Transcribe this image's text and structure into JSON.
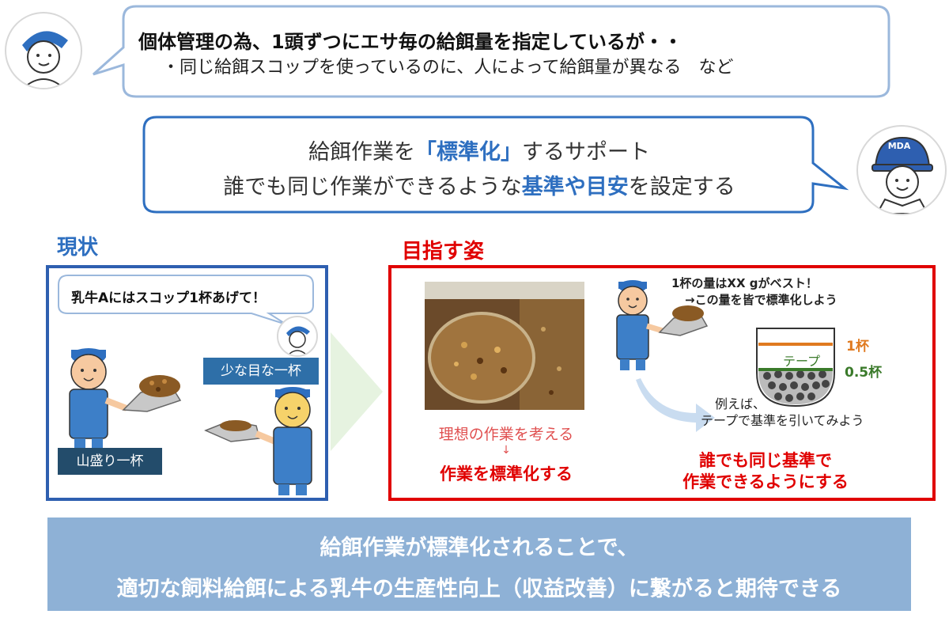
{
  "question": {
    "line1": "個体管理の為、1頭ずつにエサ毎の給餌量を指定しているが・・",
    "line2": "・同じ給餌スコップを使っているのに、人によって給餌量が異なる　など"
  },
  "support": {
    "line1_a": "給餌作業を",
    "line1_b": "「標準化」",
    "line1_c": "するサポート",
    "line2_a": "誰でも同じ作業ができるような",
    "line2_b": "基準や目安",
    "line2_c": "を設定する"
  },
  "mda_badge": "MDA",
  "current": {
    "title": "現状",
    "speech": "乳牛Aにはスコップ1杯あげて！",
    "label_small": "少な目な一杯",
    "label_mound": "山盛り一杯"
  },
  "goal": {
    "title": "目指す姿",
    "ideal": "理想の作業を考える",
    "arrow": "↓",
    "standardize": "作業を標準化する",
    "best_line1": "1杯の量はXX gがベスト！",
    "best_line2": "→この量を皆で標準化しよう",
    "cup_full": "1杯",
    "cup_half": "0.5杯",
    "tape": "テープ",
    "example_line1": "例えば、",
    "example_line2": "テープで基準を引いてみよう",
    "anyone_line1": "誰でも同じ基準で",
    "anyone_line2": "作業できるようにする"
  },
  "bottom": {
    "line1": "給餌作業が標準化されることで、",
    "line2": "適切な飼料給餌による乳牛の生産性向上（収益改善）に繋がると期待できる"
  },
  "colors": {
    "blue": "#2e6fc0",
    "red": "#e00000",
    "band": "#8eb1d6",
    "orange": "#e07a20",
    "green": "#3a7a2a"
  }
}
